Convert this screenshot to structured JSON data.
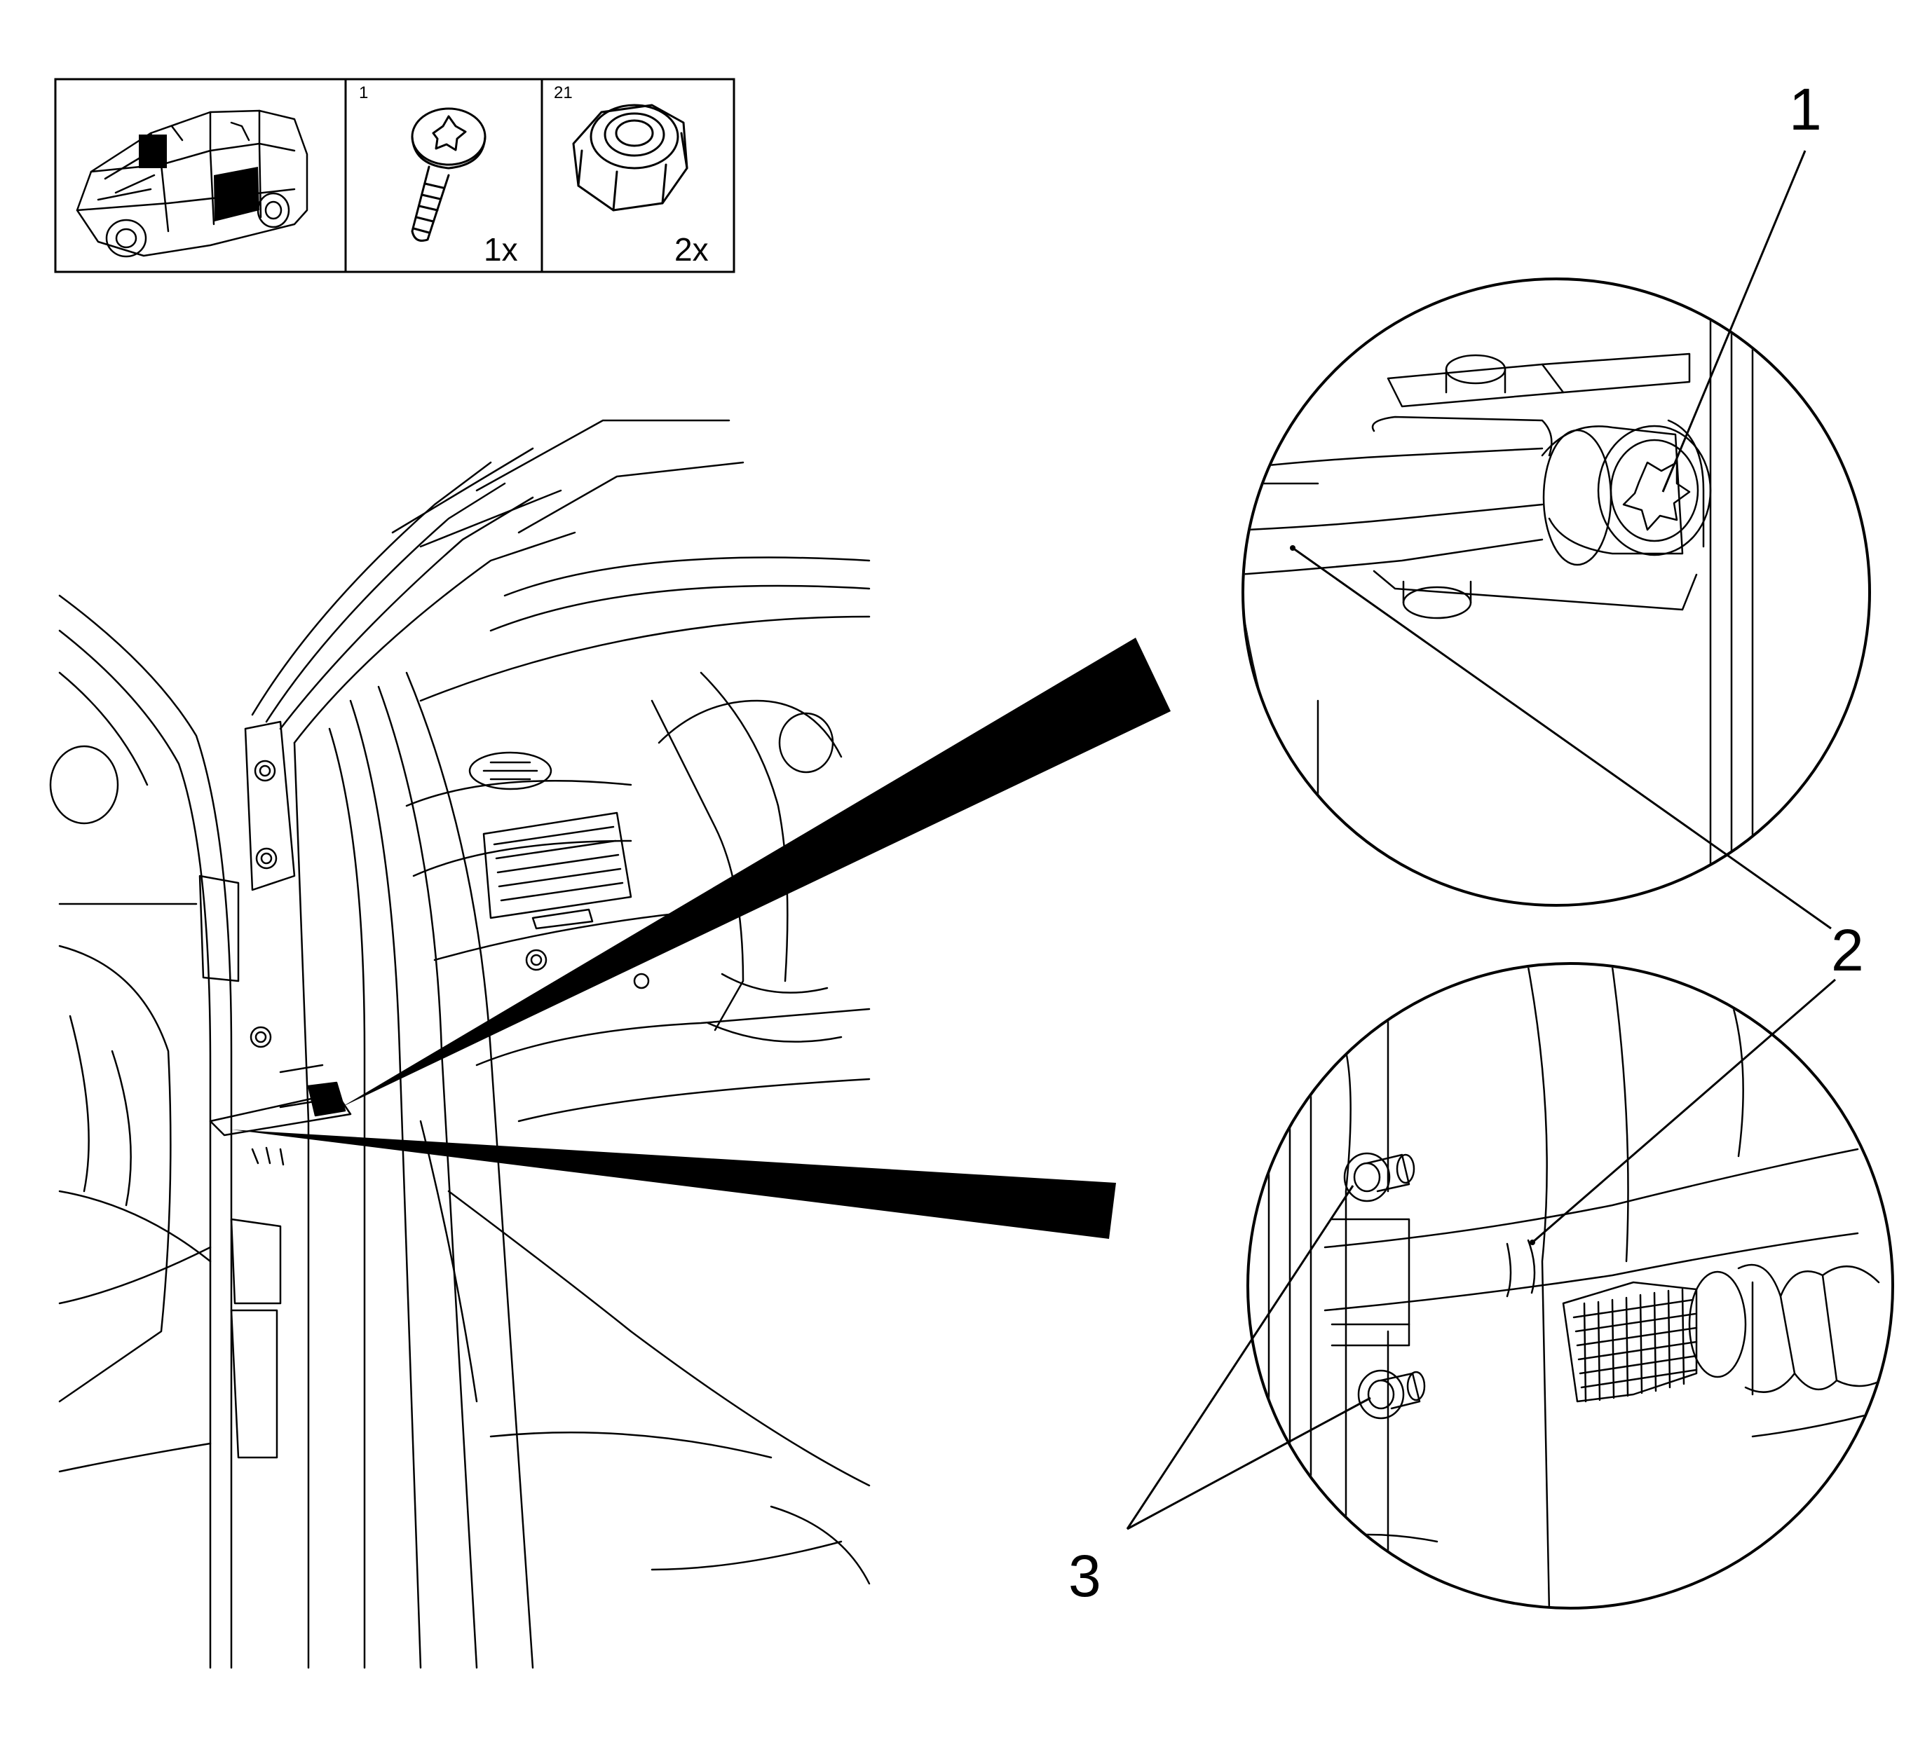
{
  "parts_box": {
    "cells": [
      {
        "index": "",
        "qty": "",
        "icon": "vehicle-overview-icon"
      },
      {
        "index": "1",
        "qty": "1x",
        "icon": "torx-bolt-icon"
      },
      {
        "index": "21",
        "qty": "2x",
        "icon": "lock-nut-icon"
      }
    ]
  },
  "callouts": [
    "1",
    "2",
    "3"
  ],
  "colors": {
    "ink": "#000000",
    "paper": "#ffffff"
  }
}
